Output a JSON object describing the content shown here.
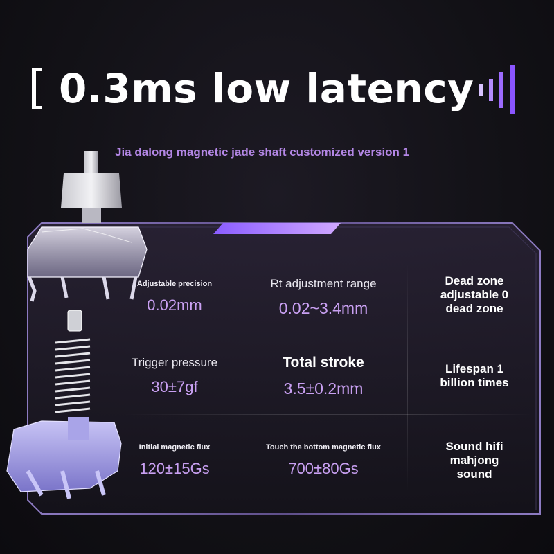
{
  "headline": {
    "text": "0.3ms low latency"
  },
  "subtitle": "Jia dalong magnetic jade shaft customized version 1",
  "specs": [
    {
      "label": "Adjustable precision",
      "value": "0.02mm"
    },
    {
      "label": "Rt adjustment range",
      "value": "0.02~3.4mm"
    },
    {
      "label": "Dead zone adjustable 0 dead zone",
      "lines": [
        "Dead zone",
        "adjustable 0",
        "dead zone"
      ]
    },
    {
      "label": "Trigger pressure",
      "value": "30±7gf"
    },
    {
      "label": "Total stroke",
      "value": "3.5±0.2mm"
    },
    {
      "label": "Lifespan 1 billion times",
      "lines": [
        "Lifespan 1",
        "billion times"
      ]
    },
    {
      "label": "Initial magnetic flux",
      "value": "120±15Gs"
    },
    {
      "label": "Touch the bottom magnetic flux",
      "value": "700±80Gs"
    },
    {
      "label": "Sound hifi mahjong sound",
      "lines": [
        "Sound hifi",
        "mahjong",
        "sound"
      ]
    }
  ],
  "colors": {
    "accent": "#b487e6",
    "value": "#c9a0f2",
    "background": "#121116",
    "panel_border": "#6e5aa0"
  },
  "icons": [
    "bracket-icon",
    "sound-wave-icon",
    "magnetic-switch-exploded-illustration"
  ]
}
